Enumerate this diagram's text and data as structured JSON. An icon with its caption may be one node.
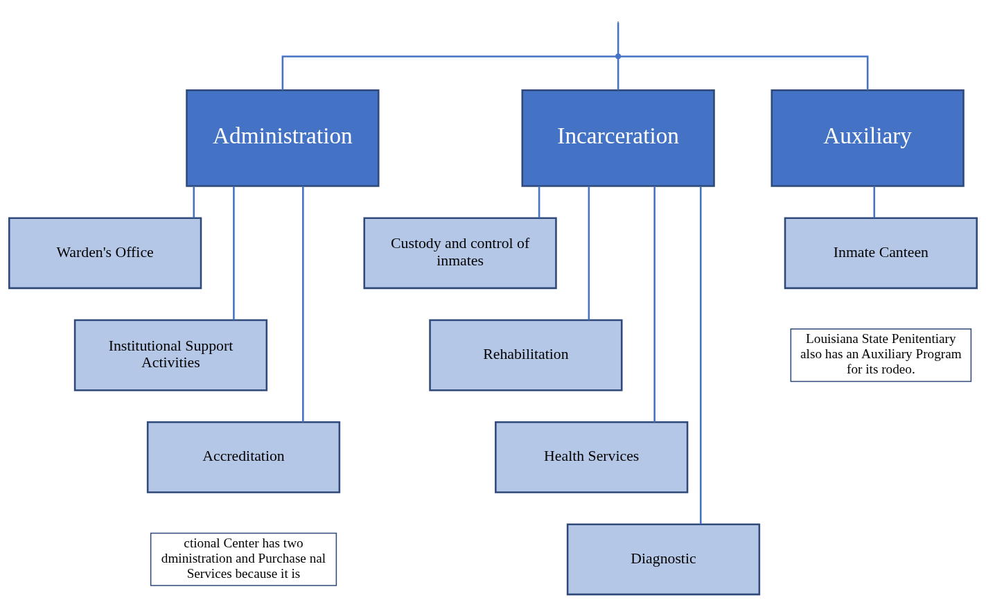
{
  "diagram": {
    "nodes": [
      {
        "text": [],
        "shape": "point"
      },
      {
        "text": [
          "Administration"
        ]
      },
      {
        "text": [
          "Incarceration"
        ]
      },
      {
        "text": [
          "Auxiliary"
        ]
      },
      {
        "text": [
          "Warden's Office"
        ]
      },
      {
        "text": [
          "Institutional Support Activities"
        ]
      },
      {
        "text": [
          "Accreditation"
        ]
      },
      {
        "text": [
          "Custody and control of inmates"
        ]
      },
      {
        "text": [
          "Rehabilitation"
        ]
      },
      {
        "text": [
          "Health Services"
        ]
      },
      {
        "text": [
          "Diagnostic"
        ]
      },
      {
        "text": [
          "Inmate Canteen"
        ]
      },
      {
        "text": [
          "Louisiana State Penitentiary also has an Auxiliary Program for its rodeo."
        ]
      },
      {
        "text": [
          "ctional Center has two dministration and Purchase nal Services because it is"
        ]
      }
    ],
    "edges": [
      {
        "from": null,
        "to": 0,
        "arrow": "none"
      },
      {
        "from": 0,
        "to": 1,
        "arrow": "none"
      },
      {
        "from": 0,
        "to": 2,
        "arrow": "none"
      },
      {
        "from": 0,
        "to": 3,
        "arrow": "none"
      },
      {
        "from": 1,
        "to": 4,
        "arrow": "none"
      },
      {
        "from": 1,
        "to": 5,
        "arrow": "none"
      },
      {
        "from": 1,
        "to": 6,
        "arrow": "none"
      },
      {
        "from": 2,
        "to": 7,
        "arrow": "none"
      },
      {
        "from": 2,
        "to": 8,
        "arrow": "none"
      },
      {
        "from": 2,
        "to": 9,
        "arrow": "none"
      },
      {
        "from": 2,
        "to": 10,
        "arrow": "none"
      },
      {
        "from": 3,
        "to": 11,
        "arrow": "none"
      }
    ]
  }
}
